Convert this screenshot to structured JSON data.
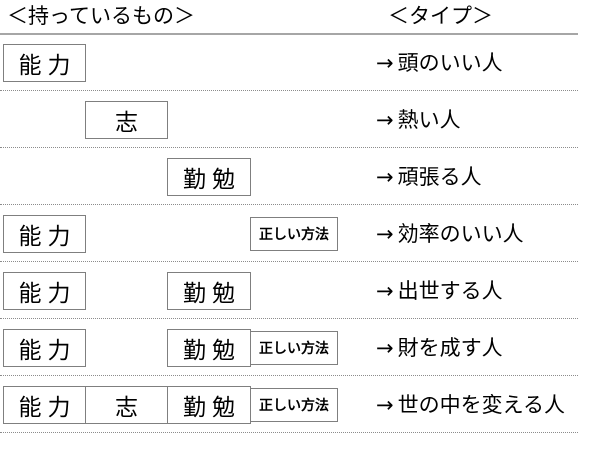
{
  "header": {
    "left_title": "＜持っているもの＞",
    "right_title": "＜タイプ＞"
  },
  "tokens": {
    "ability": "能力",
    "ambition": "志",
    "diligence": "勤勉",
    "right_method": "正しい方法"
  },
  "arrow": "→",
  "colors": {
    "box_border": "#7f7f7f",
    "header_rule": "#a6a6a6",
    "row_separator": "#8c8c8c",
    "text": "#000000",
    "background": "#ffffff"
  },
  "chart_data": {
    "type": "table",
    "title": "",
    "columns": [
      "持っているもの",
      "タイプ"
    ],
    "slot_names": [
      "能力",
      "志",
      "勤勉",
      "正しい方法"
    ],
    "rows": [
      {
        "slots": [
          "能力",
          "",
          "",
          ""
        ],
        "type": "頭のいい人"
      },
      {
        "slots": [
          "",
          "志",
          "",
          ""
        ],
        "type": "熱い人"
      },
      {
        "slots": [
          "",
          "",
          "勤勉",
          ""
        ],
        "type": "頑張る人"
      },
      {
        "slots": [
          "能力",
          "",
          "",
          "正しい方法"
        ],
        "type": "効率のいい人"
      },
      {
        "slots": [
          "能力",
          "",
          "勤勉",
          ""
        ],
        "type": "出世する人"
      },
      {
        "slots": [
          "能力",
          "",
          "勤勉",
          "正しい方法"
        ],
        "type": "財を成す人"
      },
      {
        "slots": [
          "能力",
          "志",
          "勤勉",
          "正しい方法"
        ],
        "type": "世の中を変える人"
      }
    ]
  }
}
